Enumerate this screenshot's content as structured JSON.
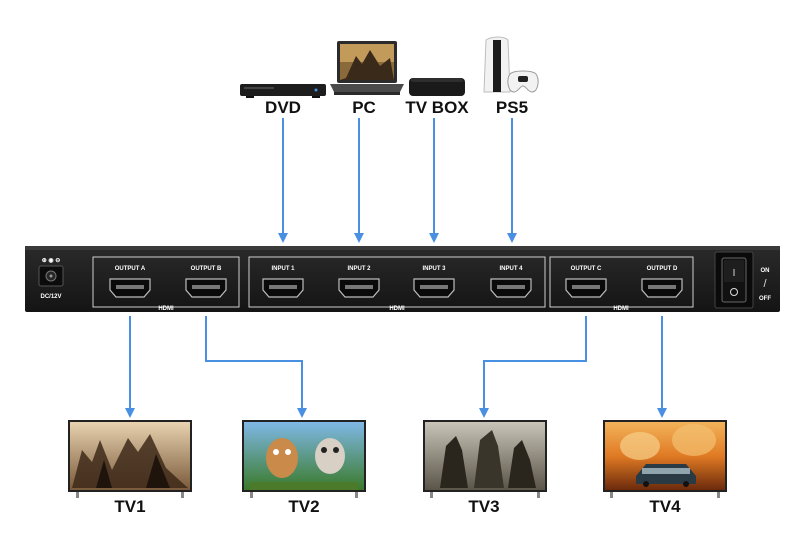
{
  "sources": [
    {
      "label": "DVD",
      "icon": "dvd-player-icon"
    },
    {
      "label": "PC",
      "icon": "laptop-icon"
    },
    {
      "label": "TV BOX",
      "icon": "tv-box-icon"
    },
    {
      "label": "PS5",
      "icon": "ps5-console-icon"
    }
  ],
  "device": {
    "power_label": "DC/12V",
    "switch_on": "ON",
    "switch_off": "OFF",
    "ports": {
      "output_a": "OUTPUT A",
      "output_b": "OUTPUT B",
      "input_1": "INPUT 1",
      "input_2": "INPUT 2",
      "input_3": "INPUT 3",
      "input_4": "INPUT 4",
      "output_c": "OUTPUT C",
      "output_d": "OUTPUT D"
    },
    "hdmi_group_label": "HDMI"
  },
  "displays": [
    {
      "label": "TV1"
    },
    {
      "label": "TV2"
    },
    {
      "label": "TV3"
    },
    {
      "label": "TV4"
    }
  ],
  "colors": {
    "arrow": "#4a90e2",
    "chassis": "#1c1c1c"
  }
}
